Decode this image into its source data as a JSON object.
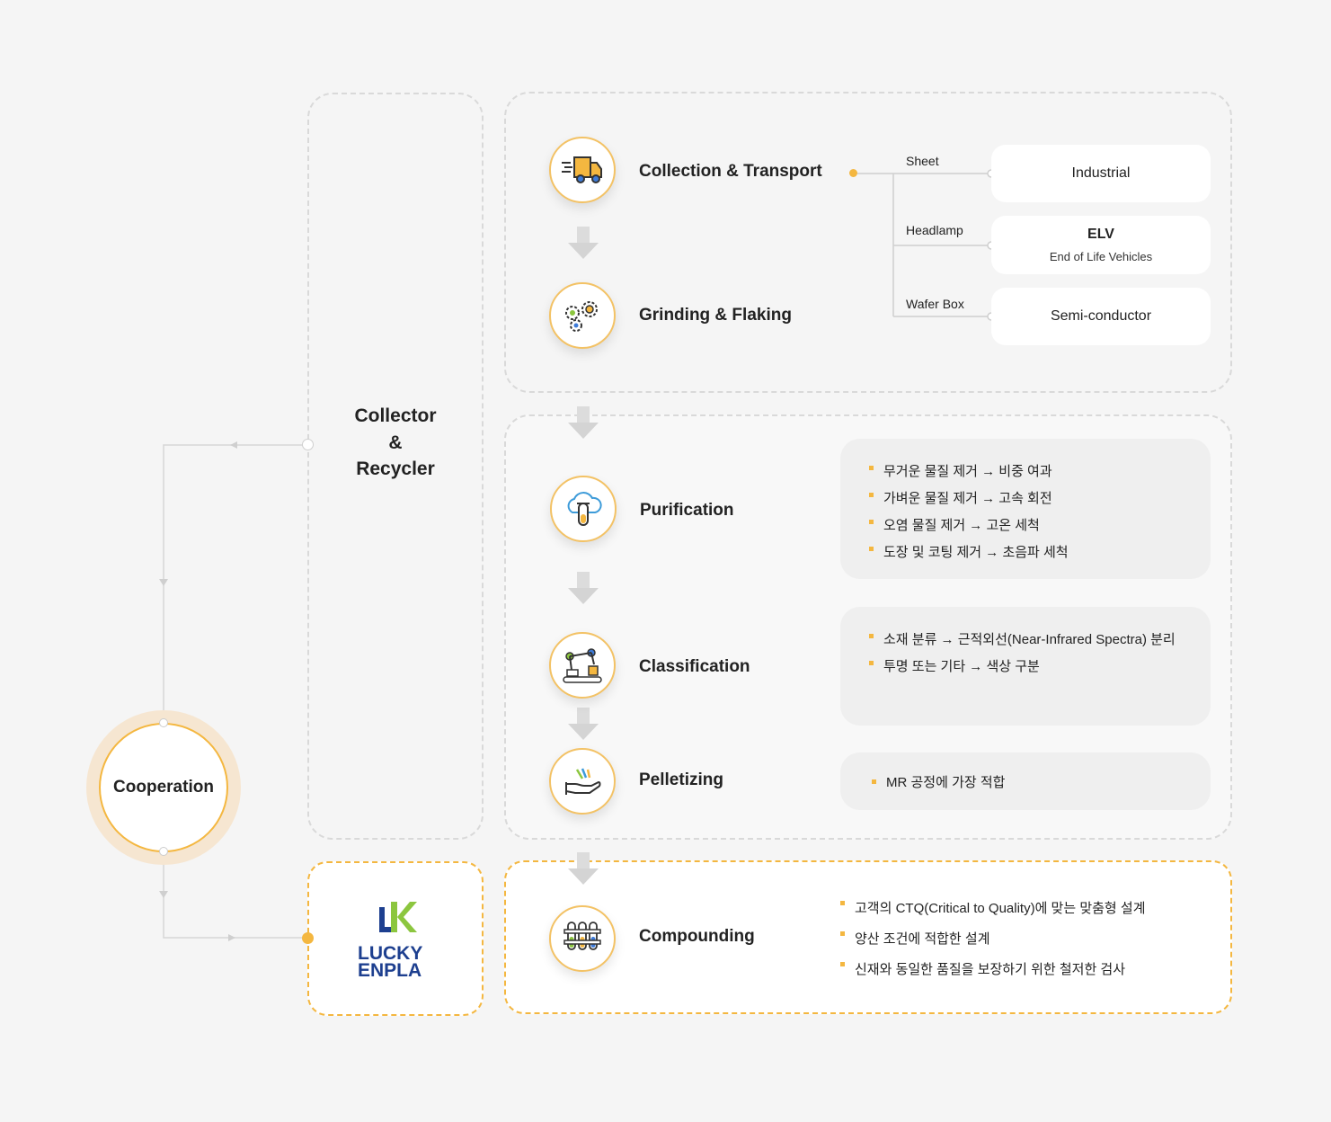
{
  "cooperation": {
    "label": "Cooperation"
  },
  "collector": {
    "line1": "Collector",
    "line2": "&",
    "line3": "Recycler"
  },
  "lucky_enpla": {
    "line1": "LUCKY",
    "line2": "ENPLA",
    "brand_green": "#8cc63f",
    "brand_blue": "#1d3f8f"
  },
  "steps": {
    "collection": "Collection & Transport",
    "grinding": "Grinding & Flaking",
    "purification": "Purification",
    "classification": "Classification",
    "pelletizing": "Pelletizing",
    "compounding": "Compounding"
  },
  "sources": [
    {
      "label": "Sheet",
      "card_title": "Industrial",
      "card_sub": ""
    },
    {
      "label": "Headlamp",
      "card_title": "ELV",
      "card_sub": "End of Life Vehicles"
    },
    {
      "label": "Wafer Box",
      "card_title": "Semi-conductor",
      "card_sub": ""
    }
  ],
  "purification_notes": [
    "무거운 물질 제거 → 비중 여과",
    "가벼운 물질 제거 → 고속 회전",
    "오염 물질 제거 → 고온 세척",
    "도장 및 코팅 제거 → 초음파 세척"
  ],
  "classification_notes": [
    "소재 분류 → 근적외선(Near-Infrared Spectra) 분리",
    "투명 또는 기타 → 색상 구분"
  ],
  "pelletizing_notes": [
    "MR 공정에 가장 적합"
  ],
  "compounding_notes": [
    "고객의 CTQ(Critical to Quality)에 맞는 맞춤형 설계",
    "양산 조건에 적합한 설계",
    "신재와 동일한 품질을 보장하기 위한 철저한 검사"
  ],
  "colors": {
    "accent": "#f4b740",
    "dash_gray": "#d9d9d9",
    "background": "#f5f5f5"
  }
}
